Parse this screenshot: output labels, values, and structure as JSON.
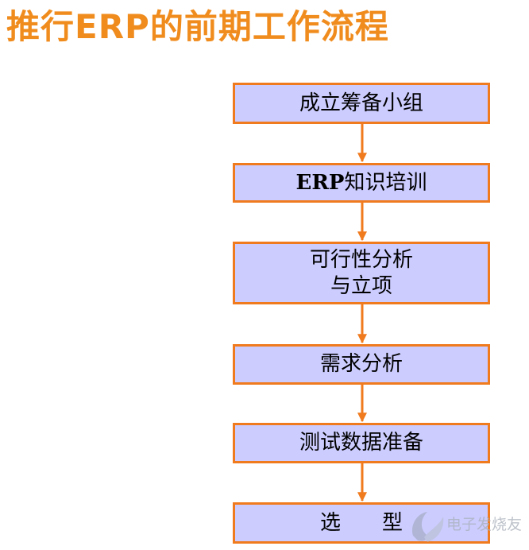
{
  "title": "推行ERP的前期工作流程",
  "steps": [
    {
      "lines": [
        "成立筹备小组"
      ]
    },
    {
      "lines": [
        "ERP知识培训"
      ]
    },
    {
      "lines": [
        "可行性分析",
        "与立项"
      ]
    },
    {
      "lines": [
        "需求分析"
      ]
    },
    {
      "lines": [
        "测试数据准备"
      ]
    },
    {
      "lines": [
        "选",
        "型"
      ]
    }
  ],
  "watermark": {
    "text": "电子发烧友"
  },
  "colors": {
    "title": "#f08c1e",
    "box_fill": "#ccccff",
    "box_border": "#f07a1e",
    "connector": "#f07a1e"
  }
}
